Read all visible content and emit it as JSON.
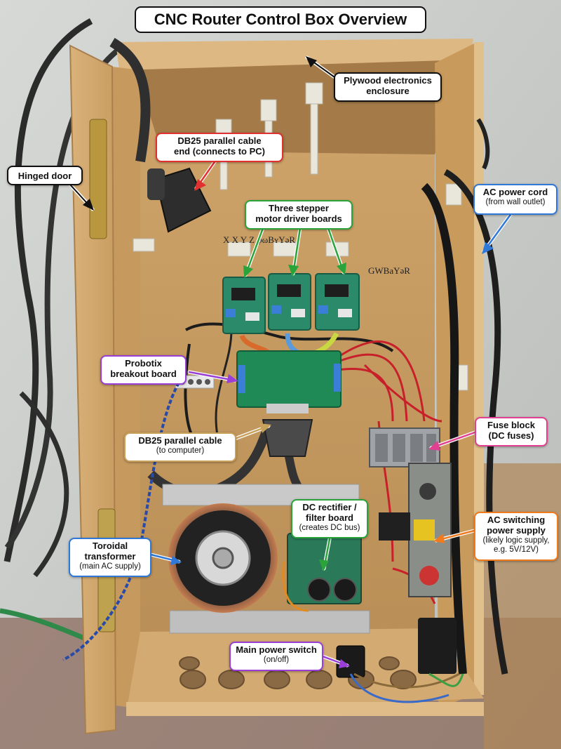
{
  "title": "CNC Router Control Box Overview",
  "colors": {
    "red": "#e03030",
    "green": "#2aa43a",
    "blue": "#2f78d8",
    "purple": "#9a3fd6",
    "pink": "#e0408f",
    "orange": "#f07a1e",
    "tan": "#c8a15a",
    "black": "#111111"
  },
  "labels": {
    "enclosure": {
      "title": "Plywood electronics",
      "sub": "enclosure"
    },
    "db25_top": {
      "title": "DB25 parallel cable",
      "title2": "end (connects to PC)"
    },
    "hinged_door": {
      "title": "Hinged door"
    },
    "ac_cord": {
      "title": "AC power cord",
      "sub": "(from wall outlet)"
    },
    "drivers": {
      "title": "Three stepper",
      "title2": "motor driver boards"
    },
    "breakout": {
      "title": "Probotix",
      "title2": "breakout board"
    },
    "db25_bottom": {
      "title": "DB25 parallel cable",
      "sub": "(to computer)"
    },
    "fuse": {
      "title": "Fuse block",
      "title2": "(DC fuses)"
    },
    "rectifier": {
      "title": "DC rectifier /",
      "title2": "filter board",
      "sub": "(creates DC bus)"
    },
    "psu": {
      "title": "AC switching",
      "title2": "power supply",
      "sub": "(likely logic supply,",
      "sub2": "e.g. 5V/12V)"
    },
    "transformer": {
      "title": "Toroidal",
      "title2": "transformer",
      "sub": "(main AC supply)"
    },
    "switch": {
      "title": "Main power switch",
      "sub": "(on/off)"
    }
  },
  "handwriting": {
    "line1": "X  X  Y  Z  φωBʏYəR",
    "line2": "GWBaYəR"
  }
}
